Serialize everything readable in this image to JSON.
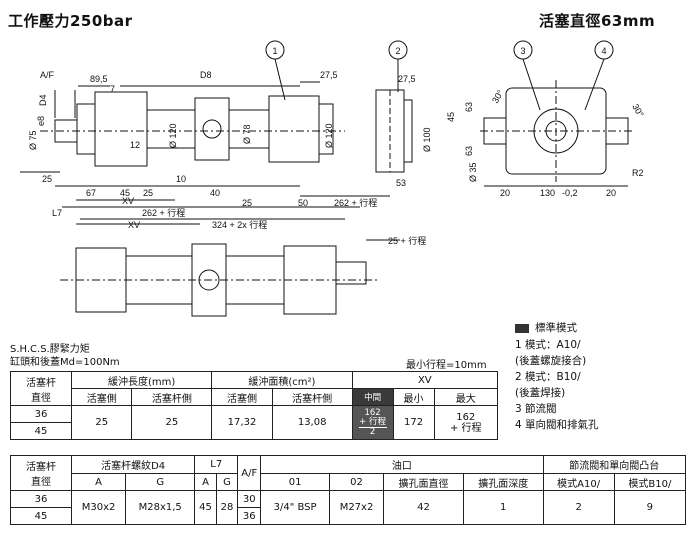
{
  "header": {
    "left_title": "工作壓力250bar",
    "right_title": "活塞直徑63mm"
  },
  "drawing": {
    "callouts": [
      "1",
      "2",
      "3",
      "4"
    ],
    "dims_top": {
      "af": "A/F",
      "d4": "D4",
      "d895": "89,5",
      "d7": "7",
      "d8": "D8",
      "d275a": "27,5",
      "d275b": "27,5",
      "phi75": "Ø 75",
      "e8": "e8",
      "d12": "12",
      "phi120f7": "Ø 120",
      "phi78": "Ø 78",
      "phi120": "Ø 120",
      "phi100": "Ø 100",
      "d45": "45",
      "d25": "25",
      "d67": "67",
      "d45b": "45",
      "d25b": "25",
      "d10": "10",
      "d40": "40",
      "d25c": "25",
      "d50": "50",
      "d262": "262 + 行程",
      "d53": "53",
      "l7": "L7",
      "xv": "XV",
      "d262b": "262 + 行程",
      "d324": "324 + 2x 行程",
      "d25s": "25 + 行程",
      "xv2": "XV",
      "d63a": "63",
      "d63b": "63",
      "d30a": "30°",
      "d30b": "30°",
      "phi35": "Ø 35",
      "d20a": "20",
      "d130": "130",
      "d02": "-0,2",
      "d20b": "20",
      "r2": "R2"
    }
  },
  "notes": {
    "torque_line1": "S.H.C.S.膠緊力矩",
    "torque_line2": "缸頭和後蓋Md=100Nm",
    "min_stroke": "最小行程=10mm"
  },
  "legend": {
    "header": "標準模式",
    "items": [
      "1  模式：A10/",
      "   (後蓋螺旋接合)",
      "2  模式：B10/",
      "   (後蓋焊接)",
      "3  節流閥",
      "4  單向閥和排氣孔"
    ]
  },
  "table1": {
    "headers": {
      "rod": "活塞杆\n直徑",
      "cushion_len": "緩沖長度(mm)",
      "cushion_area": "緩沖面積(cm²)",
      "xv": "XV",
      "piston_side": "活塞側",
      "rod_side": "活塞杆側",
      "piston_side2": "活塞側",
      "rod_side2": "活塞杆側",
      "mid": "中間",
      "min": "最小",
      "max": "最大"
    },
    "rows": [
      {
        "rod": "36"
      },
      {
        "rod": "45"
      }
    ],
    "values": {
      "len_piston": "25",
      "len_rod": "25",
      "area_piston": "17,32",
      "area_rod": "13,08",
      "mid_l1": "162",
      "mid_l2": "+ 行程",
      "mid_l3": "2",
      "xv_min": "172",
      "xv_max_l1": "162",
      "xv_max_l2": "+ 行程"
    }
  },
  "table2": {
    "headers": {
      "rod": "活塞杆\n直徑",
      "thread": "活塞杆螺紋D4",
      "l7": "L7",
      "af": "A/F",
      "port": "油口",
      "valve": "節流閥和單向閥凸台",
      "a": "A",
      "g": "G",
      "a2": "A",
      "g2": "G",
      "p01": "01",
      "p02": "02",
      "cb_dia": "擴孔面直徑",
      "cb_depth": "擴孔面深度",
      "mode_a": "模式A10/",
      "mode_b": "模式B10/"
    },
    "rows": [
      "36",
      "45"
    ],
    "values": {
      "thread_a": "M30x2",
      "thread_g": "M28x1,5",
      "l7_a": "45",
      "l7_g": "28",
      "af36": "30",
      "af45": "36",
      "p01": "3/4\" BSP",
      "p02": "M27x2",
      "cb_dia": "42",
      "cb_depth": "1",
      "mode_a": "2",
      "mode_b": "9"
    }
  }
}
